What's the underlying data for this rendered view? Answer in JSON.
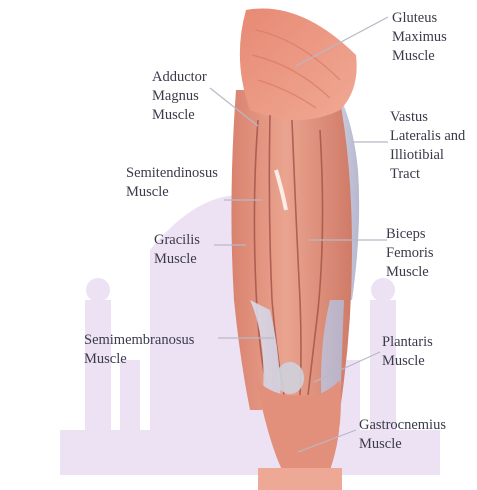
{
  "labels": {
    "gluteus_maximus": "Gluteus\nMaximus\nMuscle",
    "adductor_magnus": "Adductor\nMagnus\nMuscle",
    "vastus_lateralis": "Vastus\nLateralis and\nIlliotibial\nTract",
    "semitendinosus": "Semitendinosus\nMuscle",
    "gracilis": "Gracilis\nMuscle",
    "biceps_femoris": "Biceps\nFemoris\nMuscle",
    "semimembranosus": "Semimembranosus\nMuscle",
    "plantaris": "Plantaris\nMuscle",
    "gastrocnemius": "Gastrocnemius\nMuscle"
  },
  "colors": {
    "muscle": "#e39a88",
    "muscle_dark": "#c5705f",
    "tendon": "#c8c8dc",
    "watermark": "#eadff0",
    "leader_line": "#b8b8c8",
    "text": "#3a3a4a"
  }
}
